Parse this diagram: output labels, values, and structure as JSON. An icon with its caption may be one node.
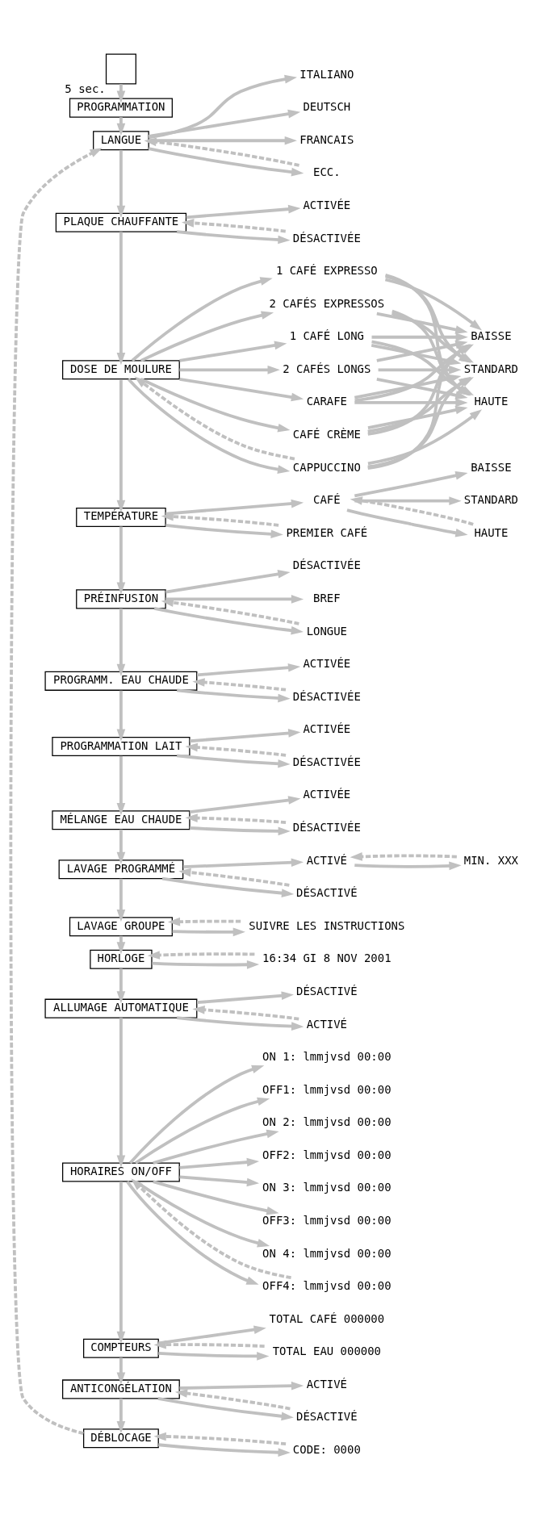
{
  "diagram": {
    "nodes": [
      {
        "text": [],
        "shape": "box",
        "beside": [
          "5 sec."
        ]
      },
      {
        "text": [
          "PROGRAMMATION"
        ]
      },
      {
        "text": [
          "LANGUE"
        ]
      },
      {
        "text": [
          "ITALIANO"
        ]
      },
      {
        "text": [
          "DEUTSCH"
        ]
      },
      {
        "text": [
          "FRANCAIS"
        ]
      },
      {
        "text": [
          "ECC."
        ]
      },
      {
        "text": [
          "PLAQUE CHAUFFANTE"
        ]
      },
      {
        "text": [
          "ACTIVÉE"
        ]
      },
      {
        "text": [
          "DÉSACTIVÉE"
        ]
      },
      {
        "text": [
          "DOSE DE MOULURE"
        ]
      },
      {
        "text": [
          "1 CAFÉ EXPRESSO"
        ]
      },
      {
        "text": [
          "2 CAFÉS EXPRESSOS"
        ]
      },
      {
        "text": [
          "1 CAFÉ LONG"
        ]
      },
      {
        "text": [
          "2 CAFÉS LONGS"
        ]
      },
      {
        "text": [
          "CARAFE"
        ]
      },
      {
        "text": [
          "CAFÉ CRÈME"
        ]
      },
      {
        "text": [
          "CAPPUCCINO"
        ]
      },
      {
        "text": [
          "BAISSE"
        ]
      },
      {
        "text": [
          "STANDARD"
        ]
      },
      {
        "text": [
          "HAUTE"
        ]
      },
      {
        "text": [
          "TEMPÉRATURE"
        ]
      },
      {
        "text": [
          "CAFÉ"
        ]
      },
      {
        "text": [
          "PREMIER CAFÉ"
        ]
      },
      {
        "text": [
          "BAISSE"
        ]
      },
      {
        "text": [
          "STANDARD"
        ]
      },
      {
        "text": [
          "HAUTE"
        ]
      },
      {
        "text": [
          "PRÉINFUSION"
        ]
      },
      {
        "text": [
          "DÉSACTIVÉE"
        ]
      },
      {
        "text": [
          "BREF"
        ]
      },
      {
        "text": [
          "LONGUE"
        ]
      },
      {
        "text": [
          "PROGRAMM. EAU CHAUDE"
        ]
      },
      {
        "text": [
          "ACTIVÉE"
        ]
      },
      {
        "text": [
          "DÉSACTIVÉE"
        ]
      },
      {
        "text": [
          "PROGRAMMATION LAIT"
        ]
      },
      {
        "text": [
          "ACTIVÉE"
        ]
      },
      {
        "text": [
          "DÉSACTIVÉE"
        ]
      },
      {
        "text": [
          "MÉLANGE EAU CHAUDE"
        ]
      },
      {
        "text": [
          "ACTIVÉE"
        ]
      },
      {
        "text": [
          "DÉSACTIVÉE"
        ]
      },
      {
        "text": [
          "LAVAGE PROGRAMMÉ"
        ]
      },
      {
        "text": [
          "ACTIVÉ"
        ]
      },
      {
        "text": [
          "DÉSACTIVÉ"
        ]
      },
      {
        "text": [
          "MIN. XXX"
        ]
      },
      {
        "text": [
          "LAVAGE GROUPE"
        ]
      },
      {
        "text": [
          "SUIVRE LES INSTRUCTIONS"
        ]
      },
      {
        "text": [
          "HORLOGE"
        ]
      },
      {
        "text": [
          "16:34 GI 8 NOV 2001"
        ]
      },
      {
        "text": [
          "ALLUMAGE AUTOMATIQUE"
        ]
      },
      {
        "text": [
          "DÉSACTIVÉ"
        ]
      },
      {
        "text": [
          "ACTIVÉ"
        ]
      },
      {
        "text": [
          "HORAIRES ON/OFF"
        ]
      },
      {
        "text": [
          "ON 1: lmmjvsd 00:00"
        ]
      },
      {
        "text": [
          "OFF1: lmmjvsd 00:00"
        ]
      },
      {
        "text": [
          "ON 2: lmmjvsd 00:00"
        ]
      },
      {
        "text": [
          "OFF2: lmmjvsd 00:00"
        ]
      },
      {
        "text": [
          "ON 3: lmmjvsd 00:00"
        ]
      },
      {
        "text": [
          "OFF3: lmmjvsd 00:00"
        ]
      },
      {
        "text": [
          "ON 4: lmmjvsd 00:00"
        ]
      },
      {
        "text": [
          "OFF4: lmmjvsd 00:00"
        ]
      },
      {
        "text": [
          "COMPTEURS"
        ]
      },
      {
        "text": [
          "TOTAL CAFÉ 000000"
        ]
      },
      {
        "text": [
          "TOTAL EAU 000000"
        ]
      },
      {
        "text": [
          "ANTICONGÉLATION"
        ]
      },
      {
        "text": [
          "ACTIVÉ"
        ]
      },
      {
        "text": [
          "DÉSACTIVÉ"
        ]
      },
      {
        "text": [
          "DÉBLOCAGE"
        ]
      },
      {
        "text": [
          "CODE: 0000"
        ]
      }
    ],
    "edges": [
      {
        "from": 0,
        "to": 1,
        "arrow": "to"
      },
      {
        "from": 1,
        "to": 2,
        "arrow": "to"
      },
      {
        "from": 2,
        "to": 7,
        "arrow": "to"
      },
      {
        "from": 7,
        "to": 10,
        "arrow": "to"
      },
      {
        "from": 10,
        "to": 21,
        "arrow": "to"
      },
      {
        "from": 21,
        "to": 27,
        "arrow": "to"
      },
      {
        "from": 27,
        "to": 31,
        "arrow": "to"
      },
      {
        "from": 31,
        "to": 34,
        "arrow": "to"
      },
      {
        "from": 34,
        "to": 37,
        "arrow": "to"
      },
      {
        "from": 37,
        "to": 40,
        "arrow": "to"
      },
      {
        "from": 40,
        "to": 44,
        "arrow": "to"
      },
      {
        "from": 44,
        "to": 46,
        "arrow": "to"
      },
      {
        "from": 46,
        "to": 48,
        "arrow": "to"
      },
      {
        "from": 48,
        "to": 51,
        "arrow": "to"
      },
      {
        "from": 51,
        "to": 60,
        "arrow": "to"
      },
      {
        "from": 60,
        "to": 63,
        "arrow": "to"
      },
      {
        "from": 63,
        "to": 66,
        "arrow": "to"
      },
      {
        "from": 66,
        "to": 2,
        "arrow": "to",
        "style": "dashed"
      },
      {
        "from": 2,
        "to": 3,
        "arrow": "to"
      },
      {
        "from": 2,
        "to": 4,
        "arrow": "to"
      },
      {
        "from": 2,
        "to": 5,
        "arrow": "to"
      },
      {
        "from": 2,
        "to": 6,
        "arrow": "to"
      },
      {
        "from": 6,
        "to": 2,
        "arrow": "to",
        "style": "dashed"
      },
      {
        "from": 7,
        "to": 8,
        "arrow": "to"
      },
      {
        "from": 7,
        "to": 9,
        "arrow": "to"
      },
      {
        "from": 9,
        "to": 7,
        "arrow": "to",
        "style": "dashed"
      },
      {
        "from": 10,
        "to": 11,
        "arrow": "to"
      },
      {
        "from": 10,
        "to": 12,
        "arrow": "to"
      },
      {
        "from": 10,
        "to": 13,
        "arrow": "to"
      },
      {
        "from": 10,
        "to": 14,
        "arrow": "to"
      },
      {
        "from": 10,
        "to": 15,
        "arrow": "to"
      },
      {
        "from": 10,
        "to": 16,
        "arrow": "to"
      },
      {
        "from": 10,
        "to": 17,
        "arrow": "to"
      },
      {
        "from": 17,
        "to": 10,
        "arrow": "to",
        "style": "dashed"
      },
      {
        "from": 11,
        "to": 18,
        "arrow": "to"
      },
      {
        "from": 11,
        "to": 19,
        "arrow": "to"
      },
      {
        "from": 11,
        "to": 20,
        "arrow": "to"
      },
      {
        "from": 12,
        "to": 18,
        "arrow": "to"
      },
      {
        "from": 12,
        "to": 19,
        "arrow": "to"
      },
      {
        "from": 12,
        "to": 20,
        "arrow": "to"
      },
      {
        "from": 13,
        "to": 18,
        "arrow": "to"
      },
      {
        "from": 13,
        "to": 19,
        "arrow": "to"
      },
      {
        "from": 13,
        "to": 20,
        "arrow": "to"
      },
      {
        "from": 14,
        "to": 18,
        "arrow": "to"
      },
      {
        "from": 14,
        "to": 19,
        "arrow": "to"
      },
      {
        "from": 14,
        "to": 20,
        "arrow": "to"
      },
      {
        "from": 15,
        "to": 18,
        "arrow": "to"
      },
      {
        "from": 15,
        "to": 19,
        "arrow": "to"
      },
      {
        "from": 15,
        "to": 20,
        "arrow": "to"
      },
      {
        "from": 16,
        "to": 18,
        "arrow": "to"
      },
      {
        "from": 16,
        "to": 19,
        "arrow": "to"
      },
      {
        "from": 16,
        "to": 20,
        "arrow": "to"
      },
      {
        "from": 17,
        "to": 18,
        "arrow": "to"
      },
      {
        "from": 17,
        "to": 19,
        "arrow": "to"
      },
      {
        "from": 17,
        "to": 20,
        "arrow": "to"
      },
      {
        "from": 21,
        "to": 22,
        "arrow": "to"
      },
      {
        "from": 21,
        "to": 23,
        "arrow": "to"
      },
      {
        "from": 23,
        "to": 21,
        "arrow": "to",
        "style": "dashed"
      },
      {
        "from": 22,
        "to": 24,
        "arrow": "to"
      },
      {
        "from": 22,
        "to": 25,
        "arrow": "to"
      },
      {
        "from": 22,
        "to": 26,
        "arrow": "to"
      },
      {
        "from": 26,
        "to": 22,
        "arrow": "to",
        "style": "dashed"
      },
      {
        "from": 27,
        "to": 28,
        "arrow": "to"
      },
      {
        "from": 27,
        "to": 29,
        "arrow": "to"
      },
      {
        "from": 27,
        "to": 30,
        "arrow": "to"
      },
      {
        "from": 30,
        "to": 27,
        "arrow": "to",
        "style": "dashed"
      },
      {
        "from": 31,
        "to": 32,
        "arrow": "to"
      },
      {
        "from": 31,
        "to": 33,
        "arrow": "to"
      },
      {
        "from": 33,
        "to": 31,
        "arrow": "to",
        "style": "dashed"
      },
      {
        "from": 34,
        "to": 35,
        "arrow": "to"
      },
      {
        "from": 34,
        "to": 36,
        "arrow": "to"
      },
      {
        "from": 36,
        "to": 34,
        "arrow": "to",
        "style": "dashed"
      },
      {
        "from": 37,
        "to": 38,
        "arrow": "to"
      },
      {
        "from": 37,
        "to": 39,
        "arrow": "to"
      },
      {
        "from": 39,
        "to": 37,
        "arrow": "to",
        "style": "dashed"
      },
      {
        "from": 40,
        "to": 41,
        "arrow": "to"
      },
      {
        "from": 40,
        "to": 42,
        "arrow": "to"
      },
      {
        "from": 42,
        "to": 40,
        "arrow": "to",
        "style": "dashed"
      },
      {
        "from": 41,
        "to": 43,
        "arrow": "to"
      },
      {
        "from": 43,
        "to": 41,
        "arrow": "to",
        "style": "dashed"
      },
      {
        "from": 44,
        "to": 45,
        "arrow": "to"
      },
      {
        "from": 45,
        "to": 44,
        "arrow": "to",
        "style": "dashed"
      },
      {
        "from": 46,
        "to": 47,
        "arrow": "to"
      },
      {
        "from": 47,
        "to": 46,
        "arrow": "to",
        "style": "dashed"
      },
      {
        "from": 48,
        "to": 49,
        "arrow": "to"
      },
      {
        "from": 48,
        "to": 50,
        "arrow": "to"
      },
      {
        "from": 50,
        "to": 48,
        "arrow": "to",
        "style": "dashed"
      },
      {
        "from": 51,
        "to": 52,
        "arrow": "to"
      },
      {
        "from": 51,
        "to": 53,
        "arrow": "to"
      },
      {
        "from": 51,
        "to": 54,
        "arrow": "to"
      },
      {
        "from": 51,
        "to": 55,
        "arrow": "to"
      },
      {
        "from": 51,
        "to": 56,
        "arrow": "to"
      },
      {
        "from": 51,
        "to": 57,
        "arrow": "to"
      },
      {
        "from": 51,
        "to": 58,
        "arrow": "to"
      },
      {
        "from": 51,
        "to": 59,
        "arrow": "to"
      },
      {
        "from": 59,
        "to": 51,
        "arrow": "to",
        "style": "dashed"
      },
      {
        "from": 60,
        "to": 61,
        "arrow": "to"
      },
      {
        "from": 60,
        "to": 62,
        "arrow": "to"
      },
      {
        "from": 62,
        "to": 60,
        "arrow": "to",
        "style": "dashed"
      },
      {
        "from": 63,
        "to": 64,
        "arrow": "to"
      },
      {
        "from": 63,
        "to": 65,
        "arrow": "to"
      },
      {
        "from": 65,
        "to": 63,
        "arrow": "to",
        "style": "dashed"
      },
      {
        "from": 66,
        "to": 67,
        "arrow": "to"
      },
      {
        "from": 67,
        "to": 66,
        "arrow": "to",
        "style": "dashed"
      }
    ]
  }
}
